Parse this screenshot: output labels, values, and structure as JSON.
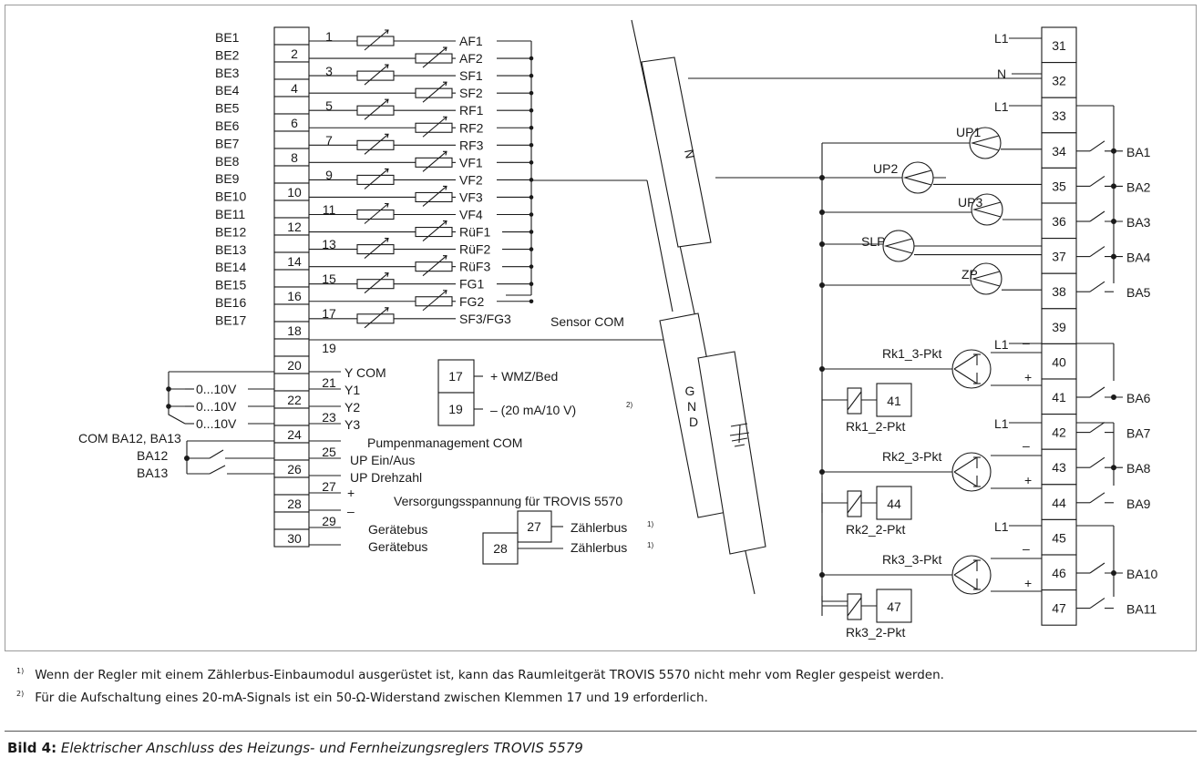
{
  "inputs_left": [
    "BE1",
    "BE2",
    "BE3",
    "BE4",
    "BE5",
    "BE6",
    "BE7",
    "BE8",
    "BE9",
    "BE10",
    "BE11",
    "BE12",
    "BE13",
    "BE14",
    "BE15",
    "BE16",
    "BE17"
  ],
  "sensors": [
    "AF1",
    "AF2",
    "SF1",
    "SF2",
    "RF1",
    "RF2",
    "RF3",
    "VF1",
    "VF2",
    "VF3",
    "VF4",
    "RüF1",
    "RüF2",
    "RüF3",
    "FG1",
    "FG2",
    "SF3/FG3"
  ],
  "terminals_left": [
    "1",
    "2",
    "3",
    "4",
    "5",
    "6",
    "7",
    "8",
    "9",
    "10",
    "11",
    "12",
    "13",
    "14",
    "15",
    "16",
    "17",
    "18",
    "19",
    "20",
    "21",
    "22",
    "23",
    "24",
    "25",
    "26",
    "27",
    "28",
    "29",
    "30"
  ],
  "sensor_com_label": "Sensor COM",
  "analog_outputs": {
    "range_label": "0...10V",
    "labels": [
      "Y COM",
      "Y1",
      "Y2",
      "Y3"
    ]
  },
  "pump_management": {
    "com_label": "COM BA12, BA13",
    "ba12": "BA12",
    "ba13": "BA13",
    "labels": [
      "Pumpenmanagement COM",
      "UP  Ein/Aus",
      "UP  Drehzahl"
    ]
  },
  "supply": {
    "plus": "+",
    "minus": "–",
    "label": "Versorgungsspannung für TROVIS 5570",
    "footnote_ref": "1)"
  },
  "devicebus_label": "Gerätebus",
  "wmz": {
    "t17": "17",
    "t19": "19",
    "label17": "+ WMZ/Bed",
    "label19": "– (20 mA/10 V)",
    "footnote_ref": "2)"
  },
  "counterbus": {
    "t27": "27",
    "t28": "28",
    "label": "Zählerbus",
    "footnote_ref": "1)"
  },
  "center_bars": {
    "n_label": "N",
    "gnd_letters": [
      "G",
      "N",
      "D"
    ]
  },
  "terminals_right": [
    "31",
    "32",
    "33",
    "34",
    "35",
    "36",
    "37",
    "38",
    "39",
    "40",
    "41",
    "42",
    "43",
    "44",
    "45",
    "46",
    "47"
  ],
  "right_side": {
    "l1": "L1",
    "n": "N",
    "pumps": [
      "UP1",
      "UP2",
      "UP3",
      "SLP",
      "ZP"
    ],
    "outputs": [
      "BA1",
      "BA2",
      "BA3",
      "BA4",
      "BA5",
      "BA6",
      "BA7",
      "BA8",
      "BA9",
      "BA10",
      "BA11"
    ],
    "valves": [
      {
        "three_pt": "Rk1_3-Pkt",
        "two_pt": "Rk1_2-Pkt",
        "box": "41"
      },
      {
        "three_pt": "Rk2_3-Pkt",
        "two_pt": "Rk2_2-Pkt",
        "box": "44"
      },
      {
        "three_pt": "Rk3_3-Pkt",
        "two_pt": "Rk3_2-Pkt",
        "box": "47"
      }
    ],
    "minus": "–",
    "plus": "+"
  },
  "footnotes": [
    {
      "mark": "1)",
      "text": "Wenn der Regler mit einem Zählerbus-Einbaumodul ausgerüstet ist, kann das Raumleitgerät TROVIS 5570 nicht mehr vom Regler gespeist werden."
    },
    {
      "mark": "2)",
      "text": "Für die Aufschaltung eines 20-mA-Signals ist ein 50-Ω-Widerstand zwischen Klemmen 17 und 19 erforderlich."
    }
  ],
  "caption": {
    "label": "Bild 4:",
    "text": "Elektrischer Anschluss des Heizungs- und Fernheizungsreglers TROVIS 5579"
  },
  "colors": {
    "line": "#1a1a1a",
    "frame": "#9a9a9a"
  }
}
